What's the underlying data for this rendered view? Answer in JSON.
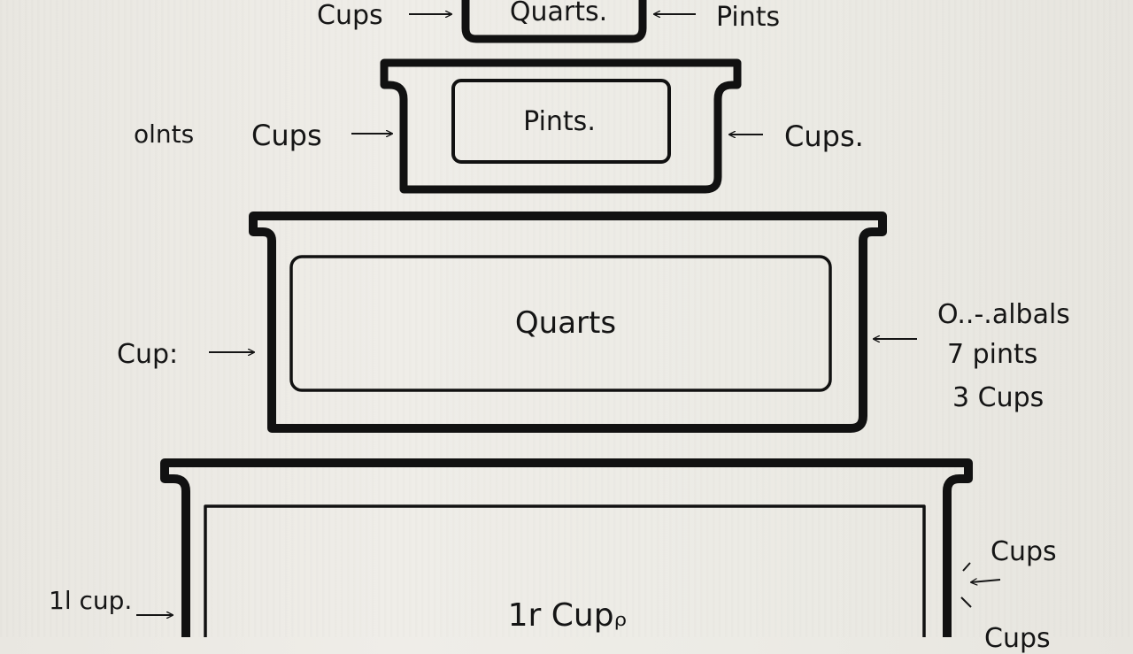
{
  "tier1": {
    "inner_label": "Quarts.",
    "left_label": "Cups",
    "right_label": "Pints"
  },
  "tier2": {
    "inner_label": "Pints.",
    "left_label": "Cups",
    "right_label": "Cups.",
    "far_left_label": "olnts"
  },
  "tier3": {
    "inner_label": "Quarts",
    "left_label": "Cup:",
    "right_labels": [
      "O..-.albals",
      "7 pints",
      "3 Cups"
    ]
  },
  "tier4": {
    "inner_label": "1r Cupᵨ",
    "left_label": "1l cup.",
    "right_label_top": "Cups",
    "right_label_bottom": "Cups"
  }
}
